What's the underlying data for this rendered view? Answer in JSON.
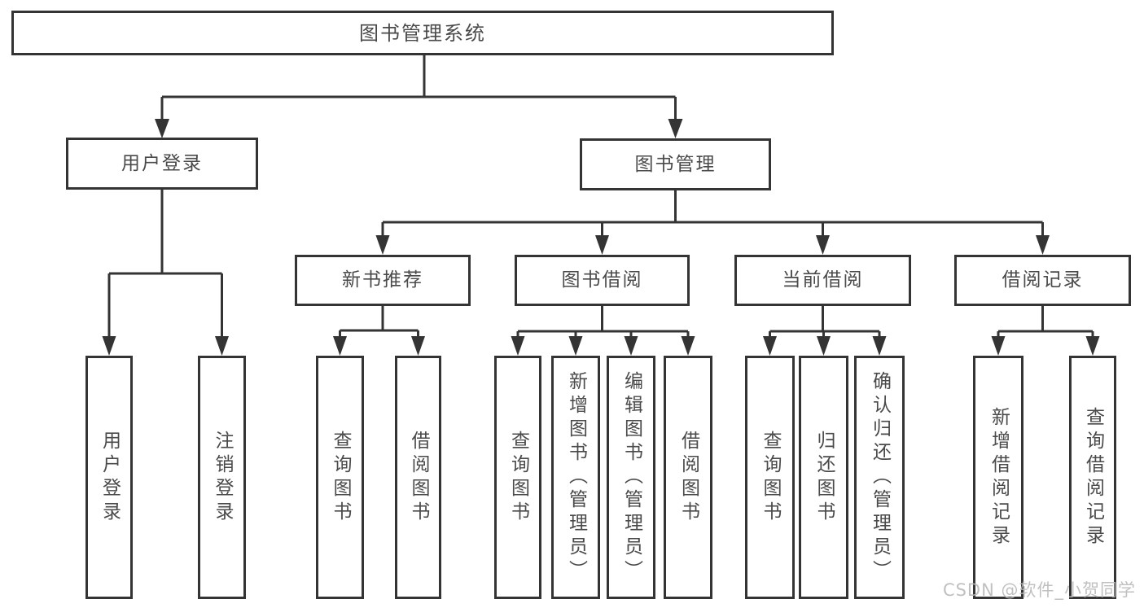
{
  "diagram": {
    "type": "hierarchy-tree",
    "tree": {
      "label": "图书管理系统",
      "children": [
        {
          "label": "用户登录",
          "children": [
            {
              "label": "用户登录"
            },
            {
              "label": "注销登录"
            }
          ]
        },
        {
          "label": "图书管理",
          "children": [
            {
              "label": "新书推荐",
              "children": [
                {
                  "label": "查询图书"
                },
                {
                  "label": "借阅图书"
                }
              ]
            },
            {
              "label": "图书借阅",
              "children": [
                {
                  "label": "查询图书"
                },
                {
                  "label": "新增图书（管理员）"
                },
                {
                  "label": "编辑图书（管理员）"
                },
                {
                  "label": "借阅图书"
                }
              ]
            },
            {
              "label": "当前借阅",
              "children": [
                {
                  "label": "查询图书"
                },
                {
                  "label": "归还图书"
                },
                {
                  "label": "确认归还（管理员）"
                }
              ]
            },
            {
              "label": "借阅记录",
              "children": [
                {
                  "label": "新增借阅记录"
                },
                {
                  "label": "查询借阅记录"
                }
              ]
            }
          ]
        }
      ]
    }
  },
  "watermark": {
    "text": "CSDN @软件_小贺同学"
  },
  "colors": {
    "line": "#343434",
    "box_border": "#343434",
    "text": "#4a4a4a",
    "watermark": "#b9b9b9",
    "background": "#ffffff"
  }
}
